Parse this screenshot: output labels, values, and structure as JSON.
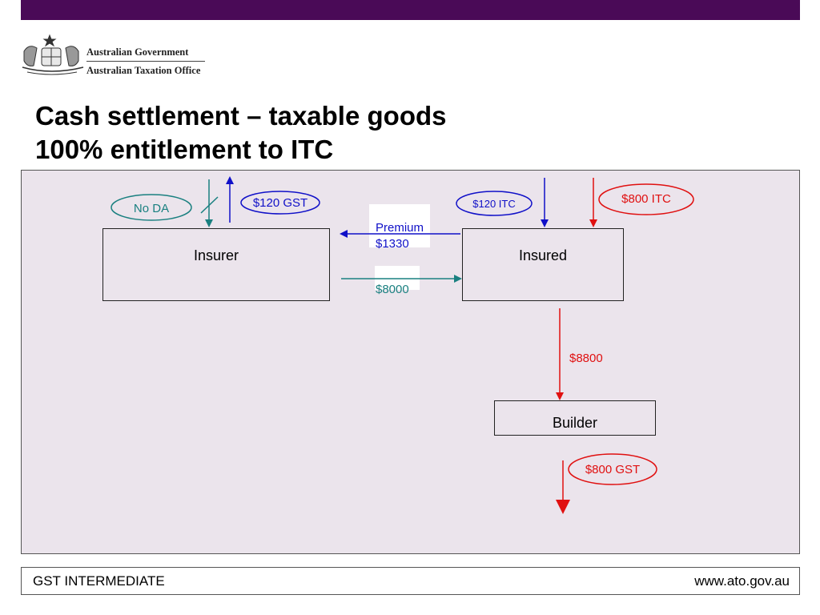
{
  "header": {
    "logo_line1": "Australian Government",
    "logo_line2": "Australian Taxation Office"
  },
  "title": {
    "line1": "Cash settlement – taxable goods",
    "line2": "100% entitlement to ITC"
  },
  "diagram": {
    "nodes": {
      "insurer": "Insurer",
      "insured": "Insured",
      "builder": "Builder"
    },
    "labels": {
      "no_da": "No DA",
      "gst_120": "$120 GST",
      "itc_120": "$120 ITC",
      "itc_800": "$800 ITC",
      "premium": "Premium",
      "premium_amount": "$1330",
      "payout": "$8000",
      "builder_payment": "$8800",
      "builder_gst": "$800 GST"
    },
    "colors": {
      "blue": "#1010c8",
      "teal": "#1a8080",
      "red": "#e01010"
    }
  },
  "footer": {
    "left": "GST INTERMEDIATE",
    "right": "www.ato.gov.au"
  }
}
